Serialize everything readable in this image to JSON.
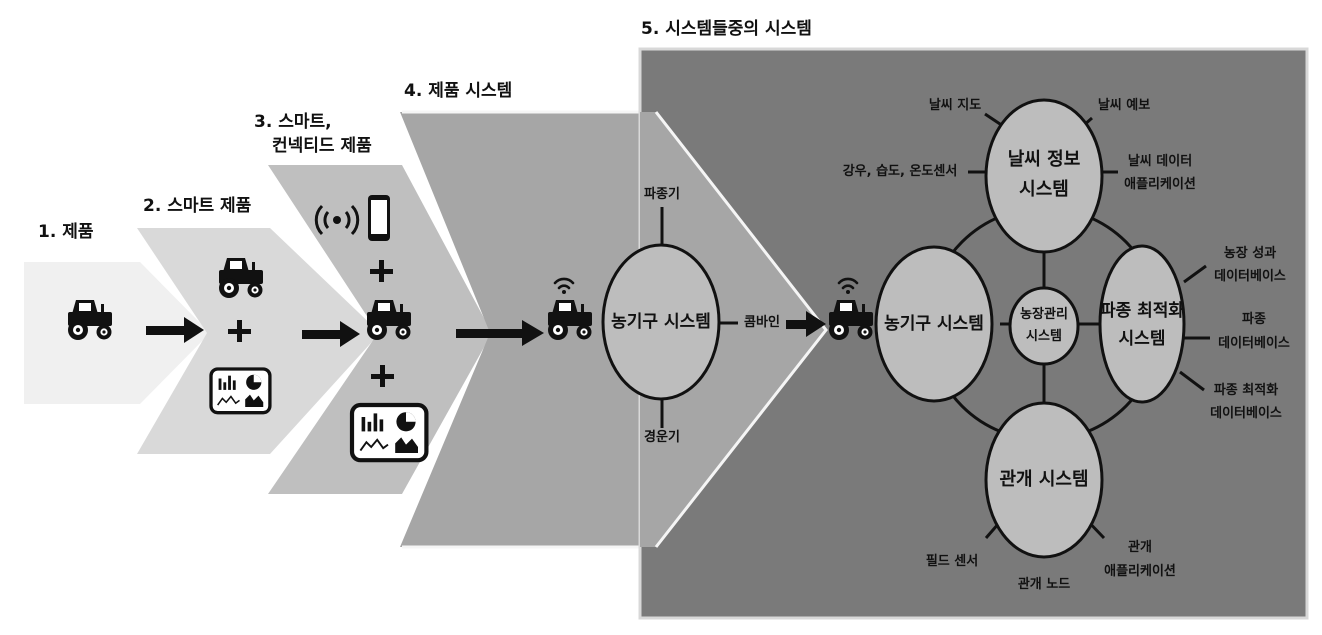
{
  "stages": [
    {
      "label": "1. 제품"
    },
    {
      "label": "2. 스마트 제품"
    },
    {
      "label_line1": "3. 스마트,",
      "label_line2": "컨넥티드 제품"
    },
    {
      "label": "4. 제품 시스템"
    },
    {
      "label": "5. 시스템들중의 시스템"
    }
  ],
  "product_system": {
    "center": "농기구 시스템",
    "spokes": [
      "파종기",
      "콤바인",
      "경운기"
    ]
  },
  "system_of_systems": {
    "weather": {
      "line1": "날씨 정보",
      "line2": "시스템",
      "spokes": [
        "날씨 지도",
        "날씨 예보",
        "강우, 습도, 온도센서"
      ],
      "data_app": {
        "line1": "날씨 데이터",
        "line2": "애플리케이션"
      }
    },
    "farm_equipment": "농기구 시스템",
    "farm_mgmt": {
      "line1": "농장관리",
      "line2": "시스템"
    },
    "seed_opt": {
      "line1": "파종 최적화",
      "line2": "시스템",
      "db1": {
        "line1": "농장 성과",
        "line2": "데이터베이스"
      },
      "db2": {
        "line1": "파종",
        "line2": "데이터베이스"
      },
      "db3": {
        "line1": "파종 최적화",
        "line2": "데이터베이스"
      }
    },
    "irrigation": {
      "line1": "관개 시스템",
      "field_sensor": "필드 센서",
      "node": "관개 노드",
      "app": {
        "line1": "관개",
        "line2": "애플리케이션"
      }
    }
  },
  "colors": {
    "stage1": "#f0f0f0",
    "stage2": "#d9d9d9",
    "stage3": "#bfbfbf",
    "stage4": "#a6a6a6",
    "stage5": "#7a7a7a",
    "bubble": "#bdbdbd",
    "ink": "#111111"
  },
  "icons": [
    "tractor-icon",
    "dashboard-icon",
    "wifi-signal-icon",
    "smartphone-icon",
    "arrow-right-icon",
    "plus-icon"
  ]
}
